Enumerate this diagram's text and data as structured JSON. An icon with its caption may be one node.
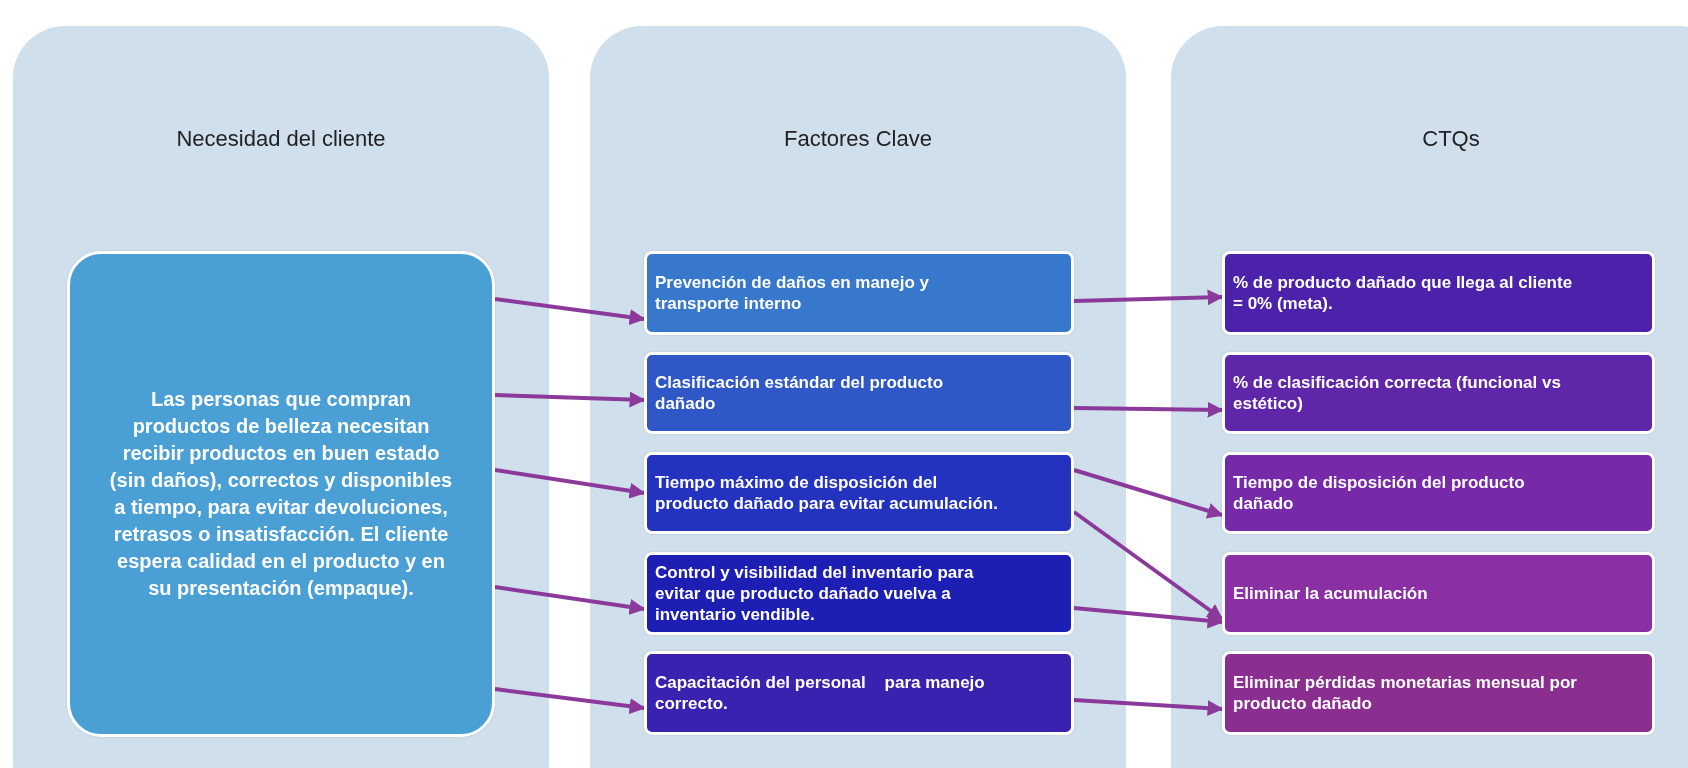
{
  "diagram": {
    "nodes": [
      {
        "text": [
          "Necesidad del cliente"
        ]
      },
      {
        "text": [
          "Factores Clave"
        ]
      },
      {
        "text": [
          "CTQs"
        ]
      },
      {
        "text": [
          "Las personas que compran productos de belleza necesitan recibir productos en buen estado (sin daños), correctos y disponibles a tiempo, para evitar devoluciones, retrasos o insatisfacción. El cliente espera calidad en el producto y en su presentación (empaque)."
        ],
        "in": 0
      },
      {
        "text": [
          "Prevención de daños en manejo y transporte interno"
        ],
        "in": 1
      },
      {
        "text": [
          "Clasificación estándar del producto dañado"
        ],
        "in": 1
      },
      {
        "text": [
          "Tiempo máximo de disposición del producto dañado para evitar acumulación."
        ],
        "in": 1
      },
      {
        "text": [
          "Control y visibilidad del inventario para evitar que producto dañado vuelva a inventario vendible."
        ],
        "in": 1
      },
      {
        "text": [
          "Capacitación del personal    para manejo correcto."
        ],
        "in": 1
      },
      {
        "text": [
          "% de producto dañado que llega al cliente = 0% (meta)."
        ],
        "in": 2
      },
      {
        "text": [
          "% de clasificación correcta (funcional vs estético)"
        ],
        "in": 2
      },
      {
        "text": [
          "Tiempo de disposición del producto dañado"
        ],
        "in": 2
      },
      {
        "text": [
          "Eliminar la acumulación"
        ],
        "in": 2
      },
      {
        "text": [
          "Eliminar pérdidas monetarias mensual por producto dañado"
        ],
        "in": 2
      }
    ],
    "edges": [
      {
        "from": 3,
        "to": 4,
        "arrow": "to"
      },
      {
        "from": 3,
        "to": 5,
        "arrow": "to"
      },
      {
        "from": 3,
        "to": 6,
        "arrow": "to"
      },
      {
        "from": 3,
        "to": 7,
        "arrow": "to"
      },
      {
        "from": 3,
        "to": 8,
        "arrow": "to"
      },
      {
        "from": 4,
        "to": 9,
        "arrow": "to"
      },
      {
        "from": 5,
        "to": 10,
        "arrow": "to"
      },
      {
        "from": 6,
        "to": 11,
        "arrow": "to"
      },
      {
        "from": 6,
        "to": 12,
        "arrow": "to"
      },
      {
        "from": 7,
        "to": 12,
        "arrow": "to"
      },
      {
        "from": 8,
        "to": 13,
        "arrow": "to"
      }
    ]
  }
}
